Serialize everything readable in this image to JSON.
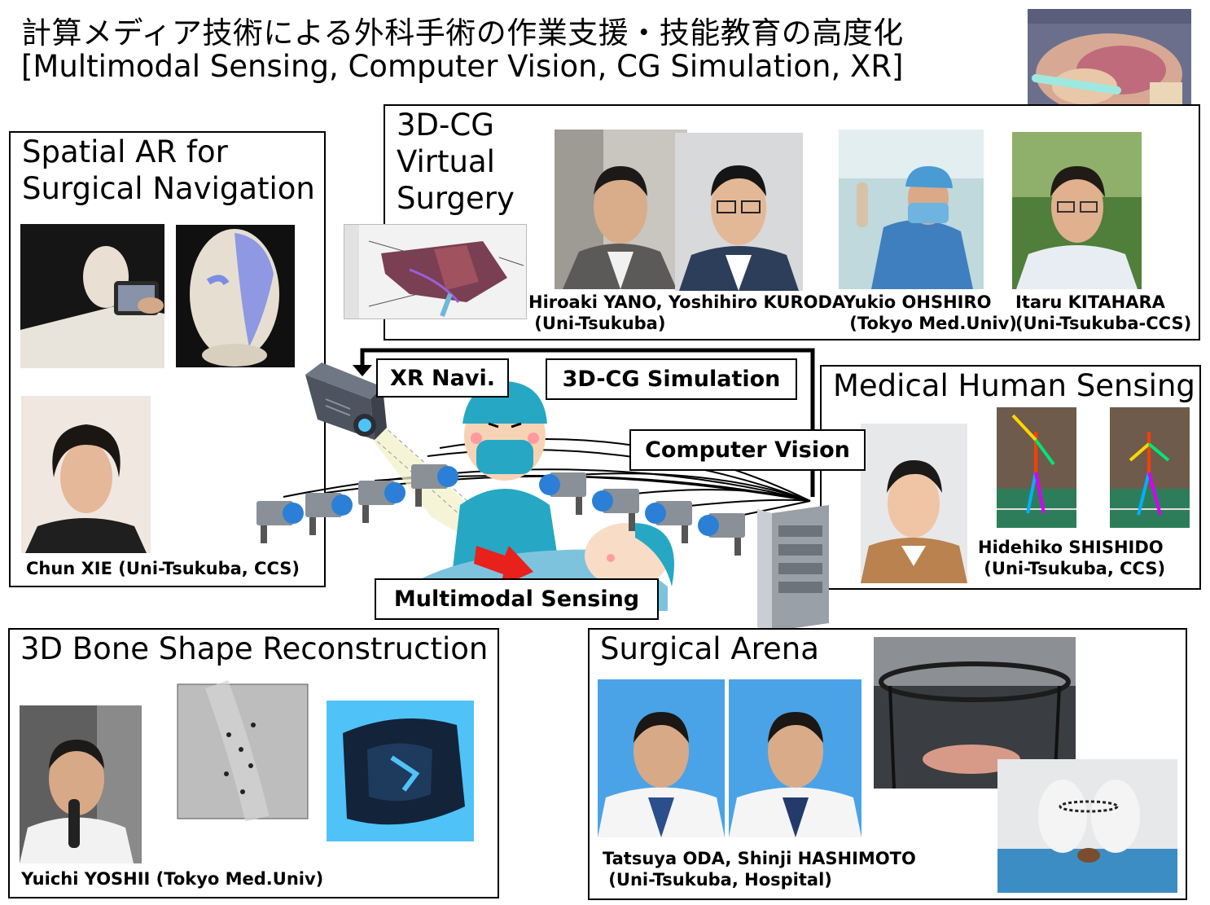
{
  "title": {
    "japanese": "計算メディア技術による外科手術の作業支援・技能教育の高度化",
    "english": "[Multimodal Sensing, Computer Vision, CG Simulation, XR]"
  },
  "panels": {
    "spatial_ar": {
      "title": "Spatial AR for\nSurgical Navigation",
      "caption": "Chun XIE (Uni-Tsukuba, CCS)"
    },
    "virtual_surgery": {
      "title": "3D-CG\nVirtual\nSurgery",
      "captions": [
        "Hiroaki YANO, Yoshihiro KURODA\n (Uni-Tsukuba)",
        "Yukio OHSHIRO\n (Tokyo Med.Univ)",
        "Itaru KITAHARA\n(Uni-Tsukuba-CCS)"
      ]
    },
    "medical_sensing": {
      "title": "Medical Human Sensing",
      "caption": "Hidehiko SHISHIDO\n (Uni-Tsukuba, CCS)"
    },
    "bone_reconstruction": {
      "title": "3D Bone Shape Reconstruction",
      "caption": "Yuichi YOSHII (Tokyo Med.Univ)"
    },
    "surgical_arena": {
      "title": "Surgical Arena",
      "caption": "Tatsuya ODA, Shinji HASHIMOTO\n (Uni-Tsukuba, Hospital)"
    }
  },
  "labels": {
    "xr_navi": "XR Navi.",
    "cg_simulation": "3D-CG Simulation",
    "computer_vision": "Computer Vision",
    "multimodal_sensing": "Multimodal Sensing"
  },
  "colors": {
    "border": "#000000",
    "sky_blue": "#4fc3f7",
    "surgeon_teal": "#26a8c4",
    "arrow_red": "#e8211d"
  }
}
